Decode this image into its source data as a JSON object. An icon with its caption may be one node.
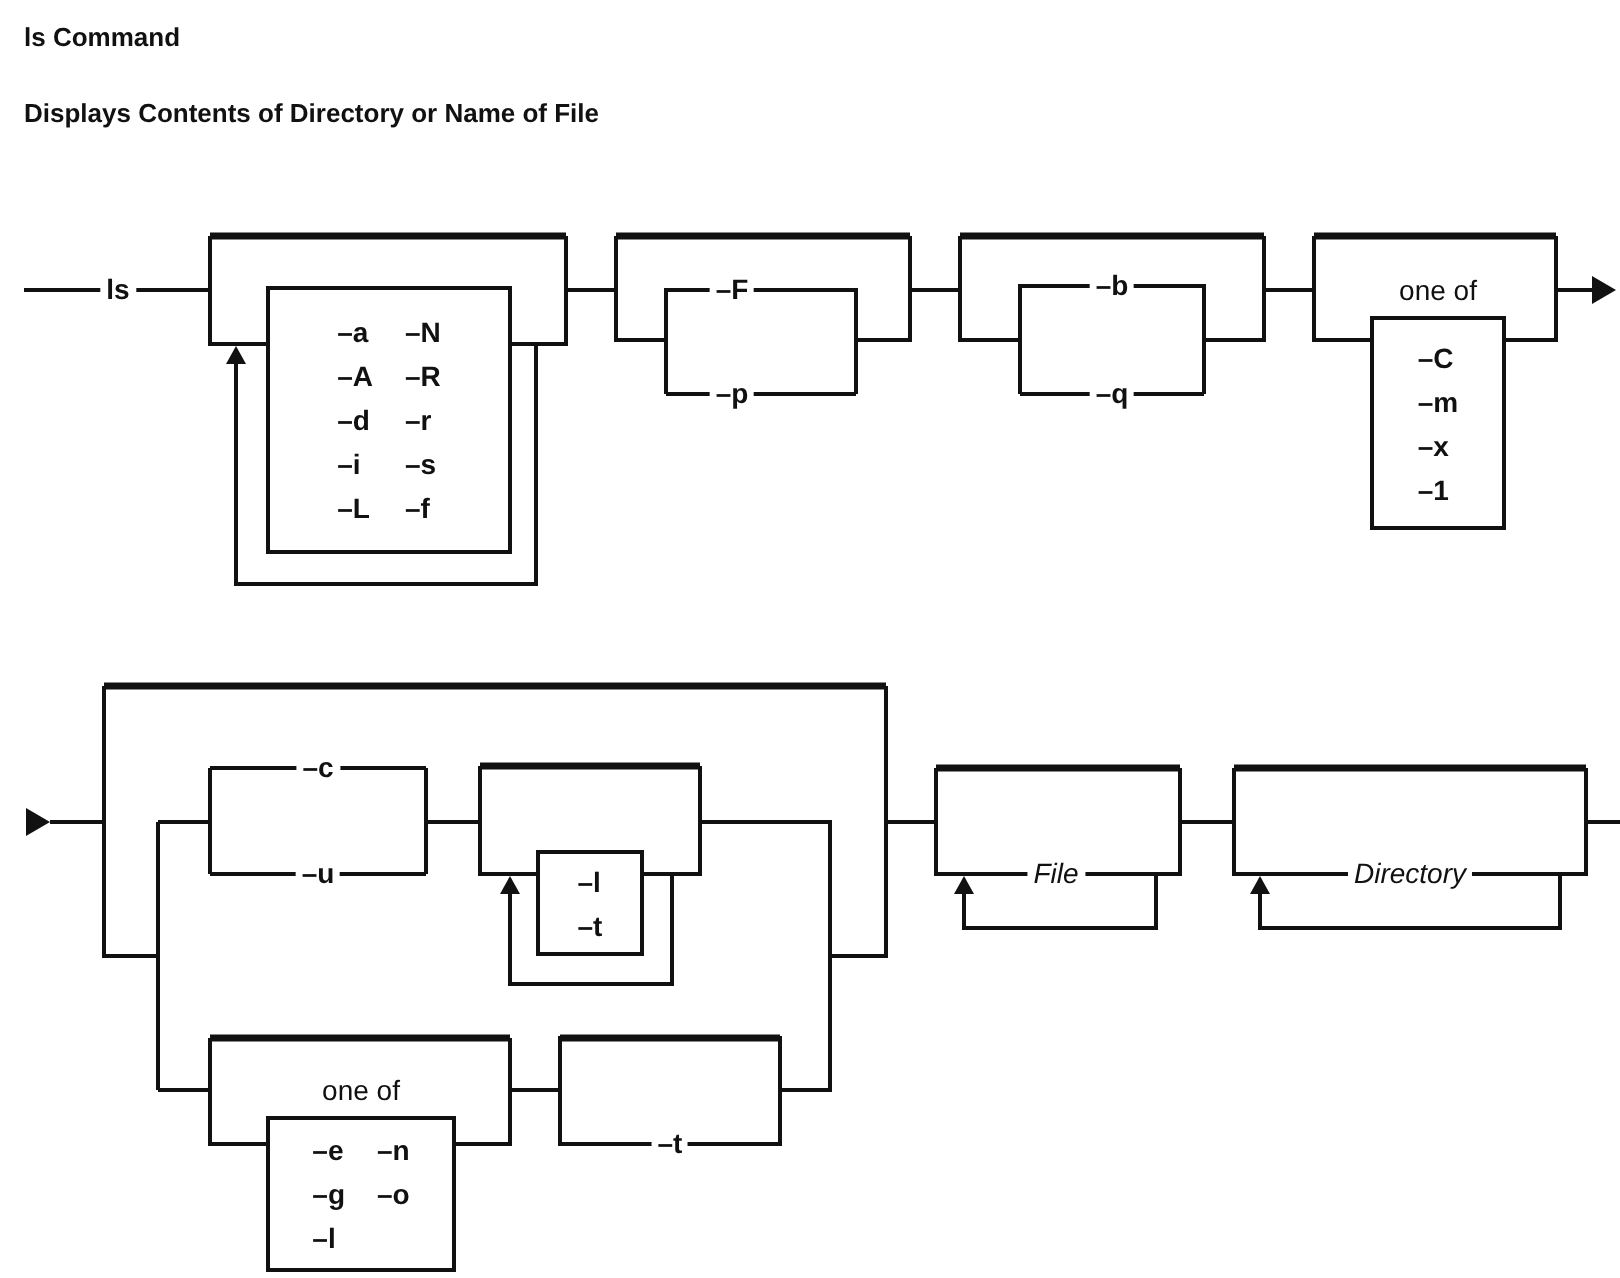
{
  "diagram": {
    "title": "ls Command",
    "nodes": [
      {
        "text": [
          "–a",
          "–N",
          "–A",
          "–R",
          "–d",
          "–r",
          "–i",
          "–s",
          "–L",
          "–f"
        ]
      },
      {
        "text": [
          "one of",
          "–C",
          "–m",
          "–x",
          "–1"
        ]
      },
      {
        "text": [
          "–l",
          "–t"
        ]
      },
      {
        "text": [
          "one of",
          "–e",
          "–n",
          "–g",
          "–o",
          "–l"
        ]
      }
    ],
    "edges": [
      {
        "from": 0,
        "to": 1,
        "arrow": "none"
      },
      {
        "from": 2,
        "to": 3,
        "arrow": "none"
      }
    ],
    "labels": [
      "Displays Contents of Directory or Name of File",
      "ls",
      "–F",
      "–p",
      "–b",
      "–q",
      "–c",
      "–u",
      "–t",
      "File",
      "Directory"
    ]
  }
}
